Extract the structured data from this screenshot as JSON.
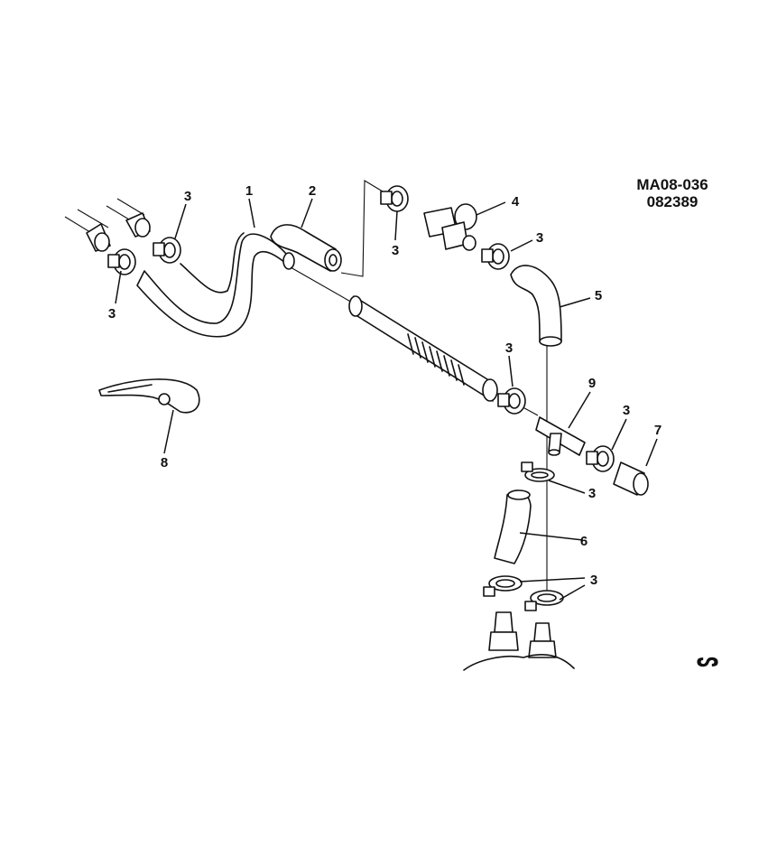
{
  "header": {
    "figure_code": "MA08-036",
    "date_code": "082389"
  },
  "callouts": {
    "c1": "1",
    "c2": "2",
    "c3a": "3",
    "c3b": "3",
    "c3c": "3",
    "c3d": "3",
    "c3e": "3",
    "c3f": "3",
    "c3g": "3",
    "c3h": "3",
    "c4": "4",
    "c5": "5",
    "c6": "6",
    "c7": "7",
    "c8": "8",
    "c9": "9"
  },
  "symbols": {
    "mark": "ᔕ"
  }
}
